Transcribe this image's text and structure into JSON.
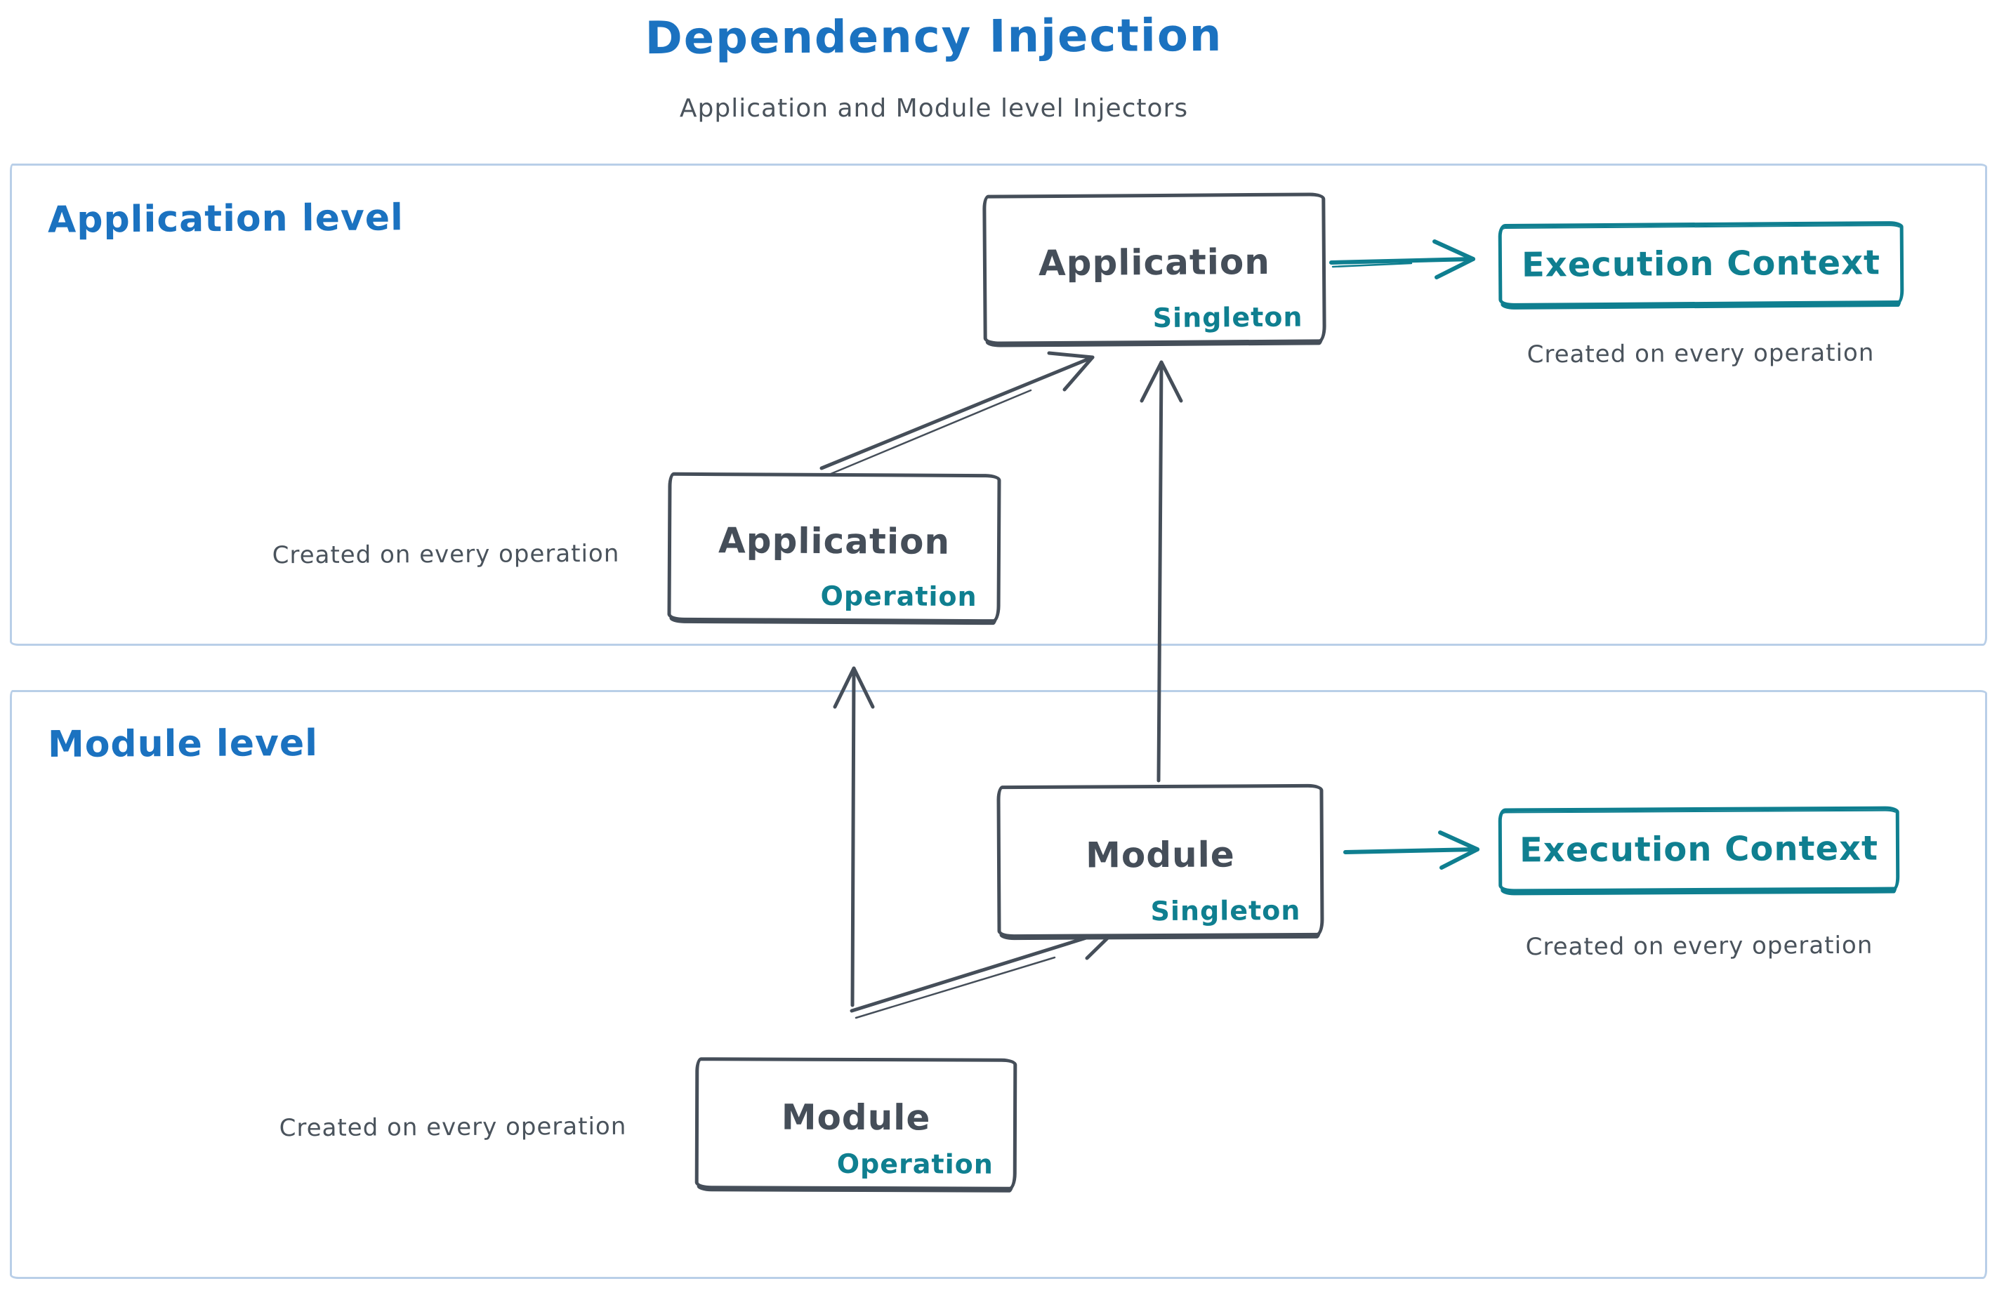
{
  "diagram": {
    "title": "Dependency Injection",
    "subtitle": "Application and Module level Injectors"
  },
  "panels": {
    "application": {
      "label": "Application level"
    },
    "module": {
      "label": "Module level"
    }
  },
  "nodes": {
    "app_singleton": {
      "title": "Application",
      "badge": "Singleton"
    },
    "app_operation": {
      "title": "Application",
      "badge": "Operation"
    },
    "module_singleton": {
      "title": "Module",
      "badge": "Singleton"
    },
    "module_operation": {
      "title": "Module",
      "badge": "Operation"
    },
    "ec_application": {
      "title": "Execution Context",
      "caption": "Created on every operation"
    },
    "ec_module": {
      "title": "Execution Context",
      "caption": "Created on every operation"
    }
  },
  "captions": {
    "app_operation": "Created on every operation",
    "module_operation": "Created on every operation"
  },
  "colors": {
    "accent_blue": "#1b72c0",
    "accent_teal": "#0f7f90",
    "stroke_dark": "#454e59",
    "panel_border": "#b9cfe8"
  }
}
